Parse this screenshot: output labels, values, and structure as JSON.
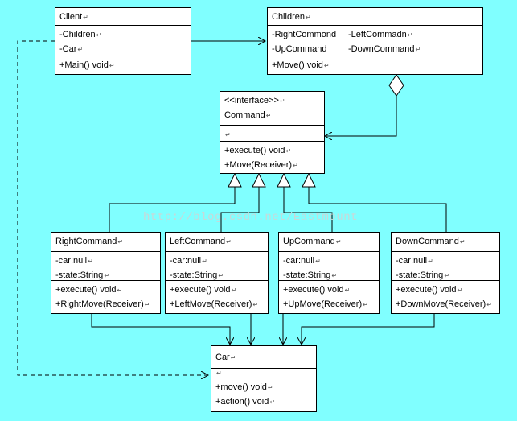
{
  "watermark": "http://blog.csdn.net/Eastmount",
  "paragraph_mark": "↵",
  "classes": {
    "client": {
      "name": "Client",
      "attributes": [
        "-Children",
        "-Car"
      ],
      "methods": [
        "+Main() void"
      ]
    },
    "children": {
      "name": "Children",
      "attributes_left": [
        "-RightCommond",
        "-UpCommand"
      ],
      "attributes_right": [
        "-LeftCommadn",
        "-DownCommand"
      ],
      "methods": [
        "+Move() void"
      ]
    },
    "command": {
      "stereotype": "<<interface>>",
      "name": "Command",
      "middle": [
        ""
      ],
      "methods": [
        "+execute() void",
        "+Move(Receiver)"
      ]
    },
    "right_command": {
      "name": "RightCommand",
      "attributes": [
        "-car:null",
        "-state:String"
      ],
      "methods": [
        "+execute() void",
        "+RightMove(Receiver)"
      ]
    },
    "left_command": {
      "name": "LeftCommand",
      "attributes": [
        "-car:null",
        "-state:String"
      ],
      "methods": [
        "+execute() void",
        "+LeftMove(Receiver)"
      ]
    },
    "up_command": {
      "name": "UpCommand",
      "attributes": [
        "-car:null",
        "-state:String"
      ],
      "methods": [
        "+execute() void",
        "+UpMove(Receiver)"
      ]
    },
    "down_command": {
      "name": "DownCommand",
      "attributes": [
        "-car:null",
        "-state:String"
      ],
      "methods": [
        "+execute() void",
        "+DownMove(Receiver)"
      ]
    },
    "car": {
      "name": "Car",
      "attributes": [
        ""
      ],
      "methods": [
        "+move() void",
        "+action() void"
      ]
    }
  }
}
